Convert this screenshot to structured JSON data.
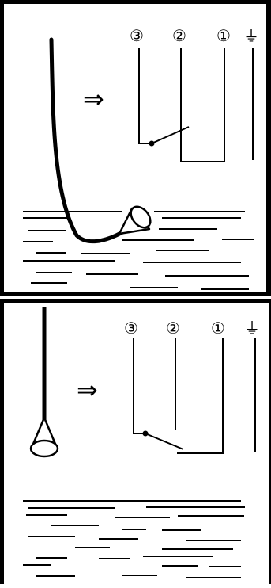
{
  "panels": [
    {
      "name": "tilted-float-state",
      "terminals": [
        "③",
        "②",
        "①",
        "⏚"
      ],
      "arrow": "⇒"
    },
    {
      "name": "hanging-float-state",
      "terminals": [
        "③",
        "②",
        "①",
        "⏚"
      ],
      "arrow": "⇒"
    }
  ],
  "colors": {
    "line": "#000000",
    "background": "#ffffff"
  }
}
